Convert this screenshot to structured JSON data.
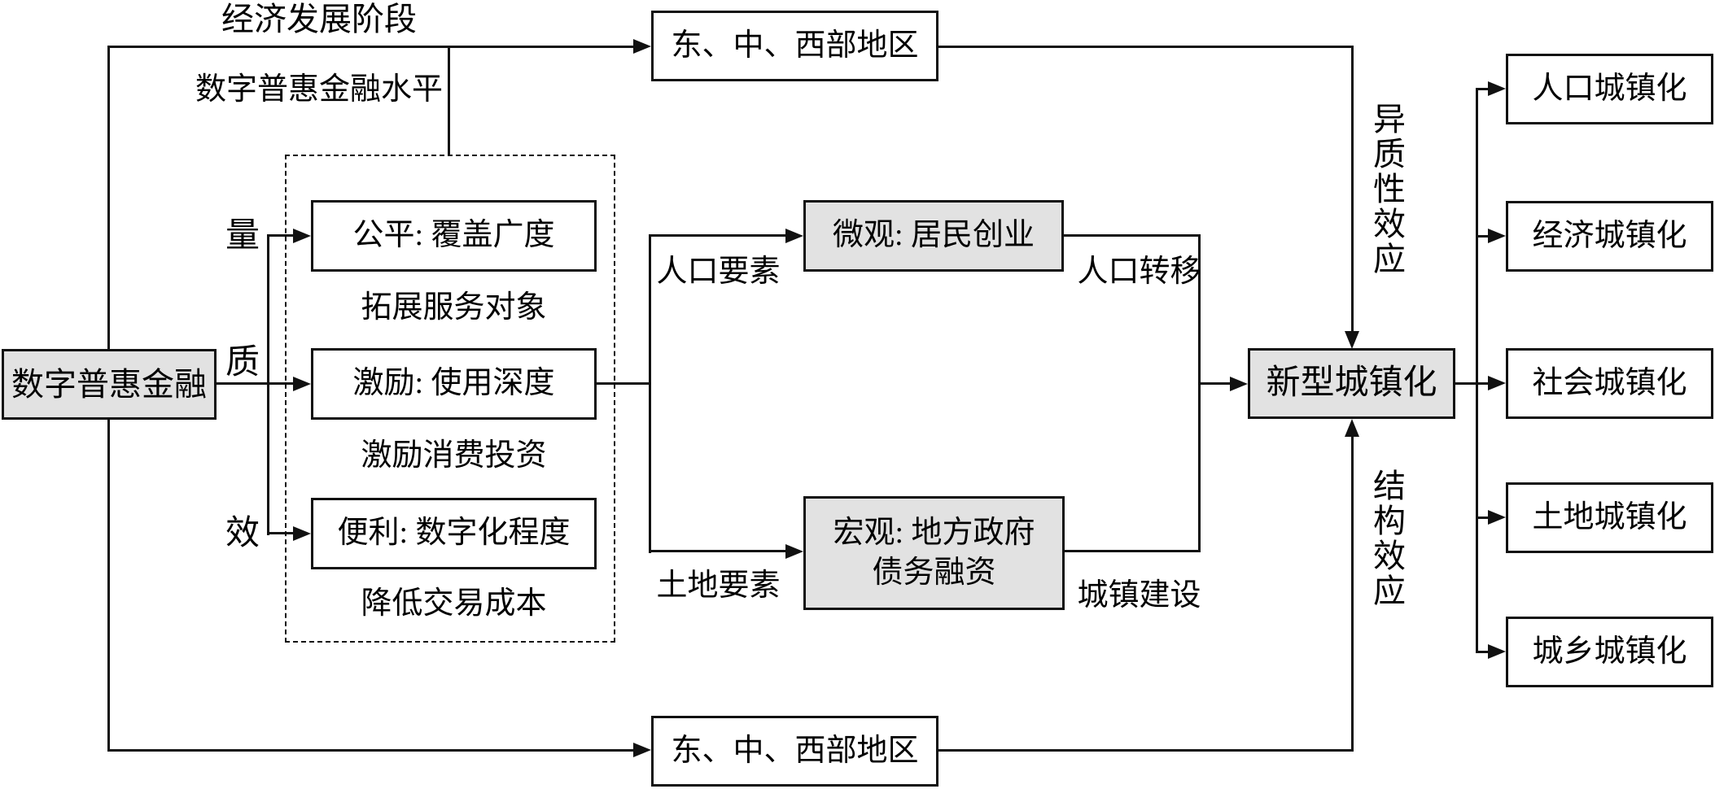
{
  "nodes": {
    "source": "数字普惠金融",
    "top_region": "东、中、西部地区",
    "bottom_region": "东、中、西部地区",
    "fair": "公平: 覆盖广度",
    "incentive": "激励: 使用深度",
    "convenience": "便利: 数字化程度",
    "micro": "微观: 居民创业",
    "macro": "宏观: 地方政府\n债务融资",
    "target": "新型城镇化",
    "outcomes": [
      "人口城镇化",
      "经济城镇化",
      "社会城镇化",
      "土地城镇化",
      "城乡城镇化"
    ]
  },
  "labels": {
    "econ_stage": "经济发展阶段",
    "dif_level": "数字普惠金融水平",
    "quantity": "量",
    "quality": "质",
    "efficiency": "效",
    "expand_service": "拓展服务对象",
    "stimulate_consumption": "激励消费投资",
    "reduce_cost": "降低交易成本",
    "population_factor": "人口要素",
    "land_factor": "土地要素",
    "population_transfer": "人口转移",
    "urban_construction": "城镇建设",
    "heterogeneity_effect": "异质性效应",
    "structural_effect": "结构效应"
  },
  "colors": {
    "node_fill": "#e2e2e2",
    "line": "#111111",
    "background": "#ffffff"
  }
}
